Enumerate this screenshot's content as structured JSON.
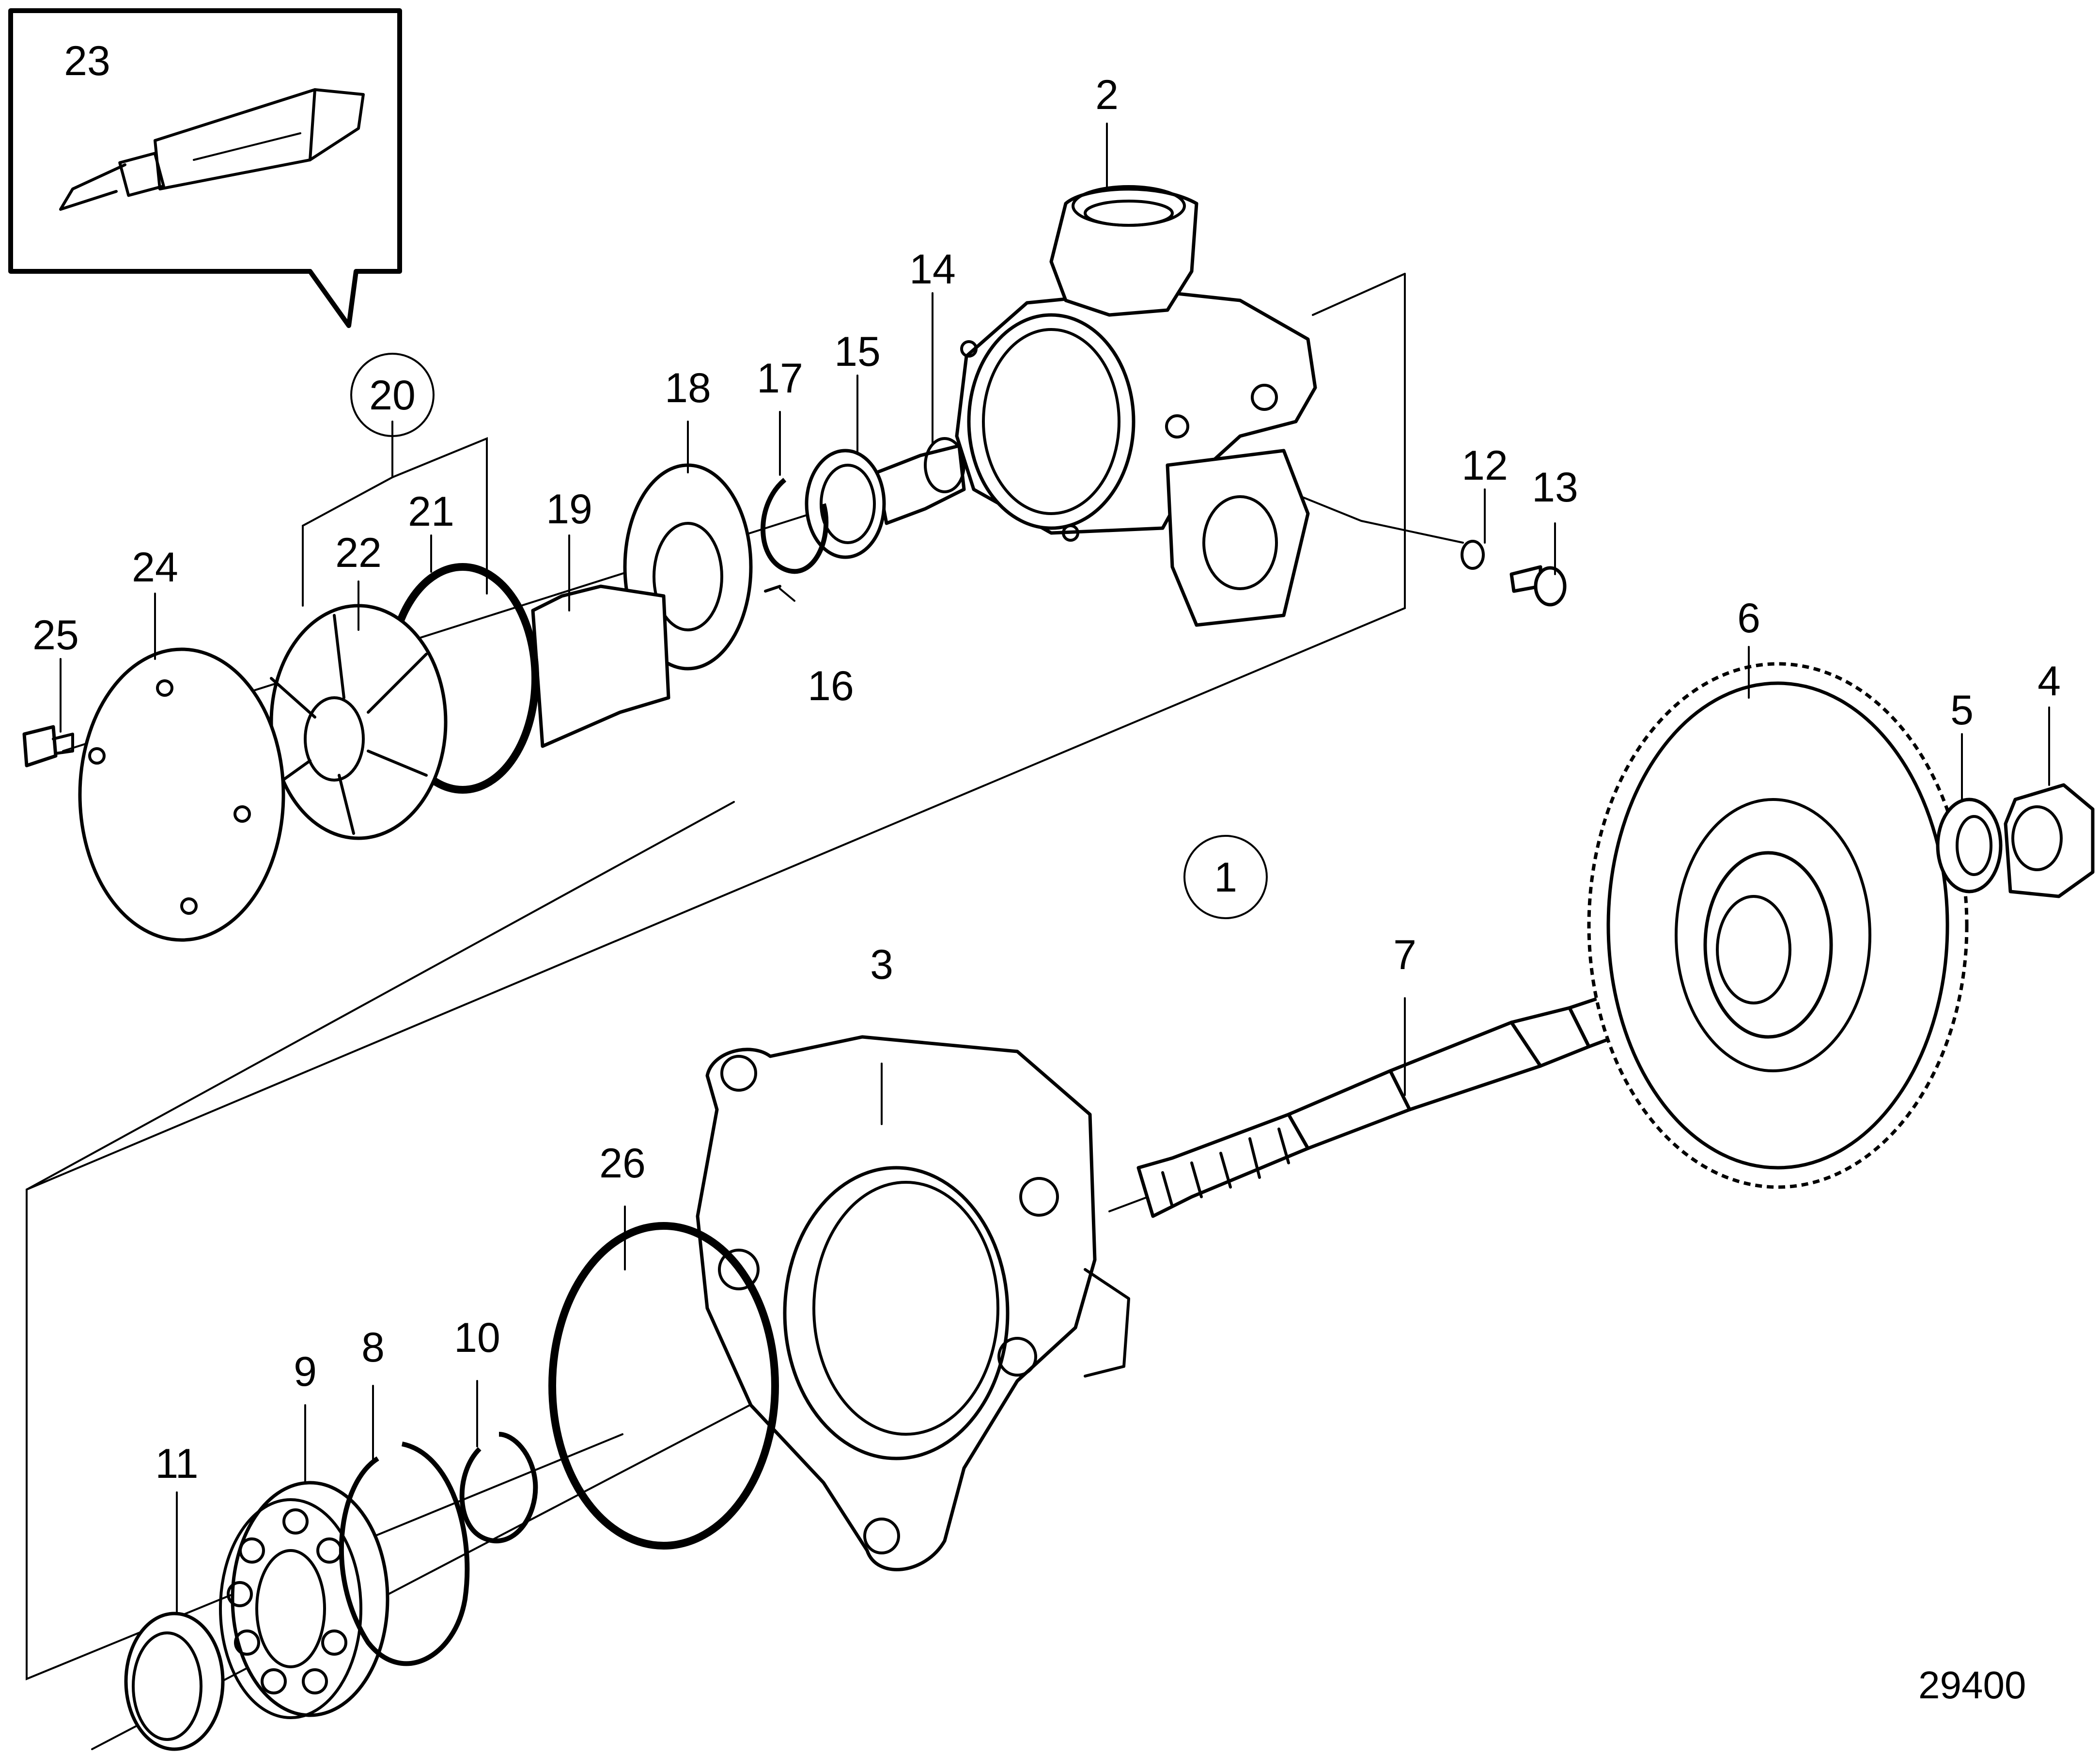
{
  "diagram": {
    "figure_number": "29400",
    "callouts": [
      {
        "id": "p1",
        "label": "1",
        "circled": true
      },
      {
        "id": "p2",
        "label": "2"
      },
      {
        "id": "p3",
        "label": "3"
      },
      {
        "id": "p4",
        "label": "4"
      },
      {
        "id": "p5",
        "label": "5"
      },
      {
        "id": "p6",
        "label": "6"
      },
      {
        "id": "p7",
        "label": "7"
      },
      {
        "id": "p8",
        "label": "8"
      },
      {
        "id": "p9",
        "label": "9"
      },
      {
        "id": "p10",
        "label": "10"
      },
      {
        "id": "p11",
        "label": "11"
      },
      {
        "id": "p12",
        "label": "12"
      },
      {
        "id": "p13",
        "label": "13"
      },
      {
        "id": "p14",
        "label": "14"
      },
      {
        "id": "p15",
        "label": "15"
      },
      {
        "id": "p16",
        "label": "16"
      },
      {
        "id": "p17",
        "label": "17"
      },
      {
        "id": "p18",
        "label": "18"
      },
      {
        "id": "p19",
        "label": "19"
      },
      {
        "id": "p20",
        "label": "20",
        "circled": true
      },
      {
        "id": "p21",
        "label": "21"
      },
      {
        "id": "p22",
        "label": "22"
      },
      {
        "id": "p23",
        "label": "23"
      },
      {
        "id": "p24",
        "label": "24"
      },
      {
        "id": "p25",
        "label": "25"
      },
      {
        "id": "p26",
        "label": "26"
      }
    ]
  }
}
